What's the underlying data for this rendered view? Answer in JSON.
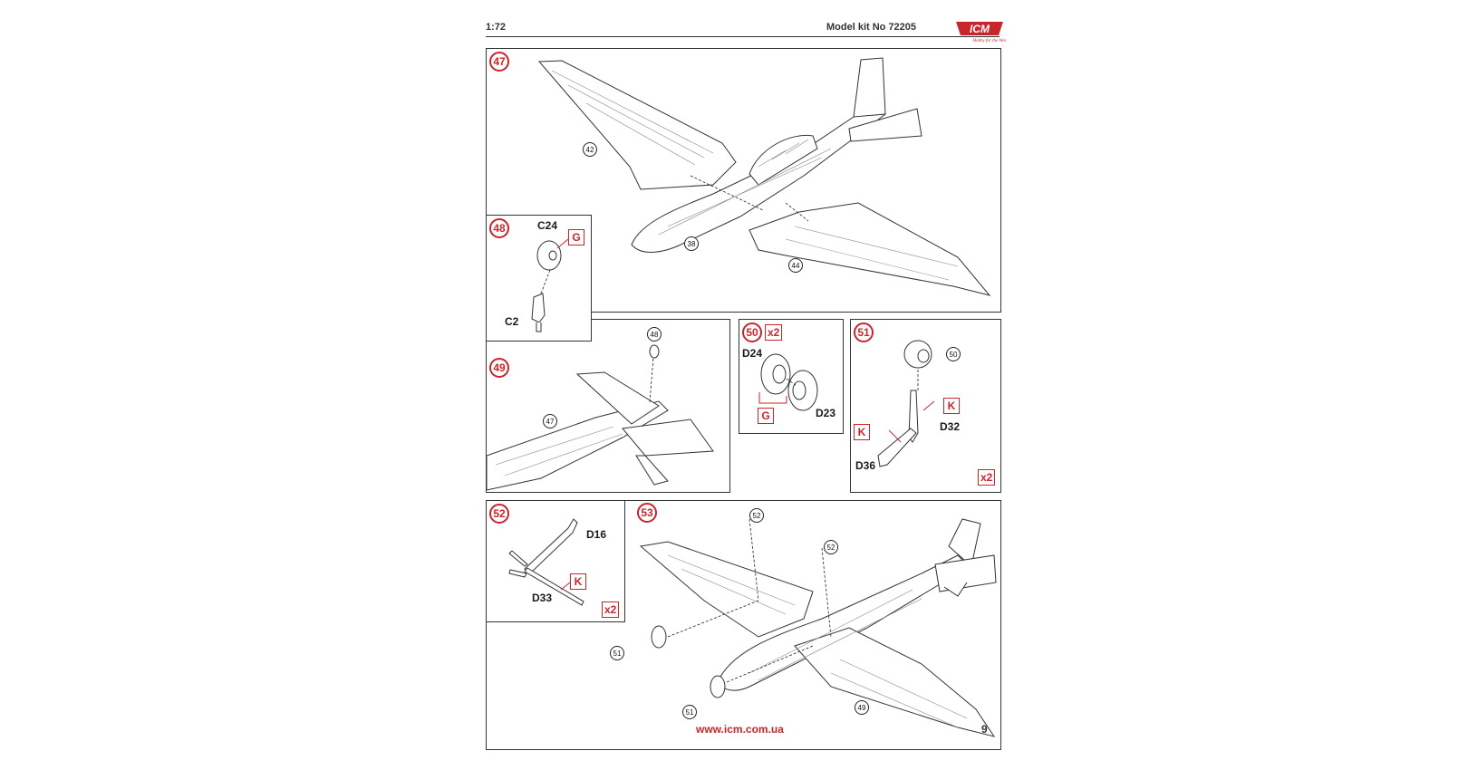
{
  "header": {
    "scale": "1:72",
    "kit": "Model kit No 72205",
    "logo_text": "ICM",
    "logo_tagline": "Hobby for the World",
    "accent_color": "#c8262c"
  },
  "steps": {
    "s47": {
      "number": "47",
      "refs": [
        "42",
        "38",
        "44"
      ]
    },
    "s48": {
      "number": "48",
      "tag": "G",
      "parts": [
        "C24",
        "C2"
      ]
    },
    "s49": {
      "number": "49",
      "refs": [
        "48",
        "47"
      ]
    },
    "s50": {
      "number": "50",
      "qty": "x2",
      "tag": "G",
      "parts": [
        "D24",
        "D23"
      ]
    },
    "s51": {
      "number": "51",
      "qty": "x2",
      "tags": [
        "K",
        "K"
      ],
      "refs": [
        "50"
      ],
      "parts": [
        "D32",
        "D36"
      ]
    },
    "s52": {
      "number": "52",
      "qty": "x2",
      "tag": "K",
      "parts": [
        "D16",
        "D33"
      ]
    },
    "s53": {
      "number": "53",
      "refs": [
        "52",
        "52",
        "51",
        "51",
        "49"
      ]
    }
  },
  "footer": {
    "url": "www.icm.com.ua",
    "page": "9"
  }
}
